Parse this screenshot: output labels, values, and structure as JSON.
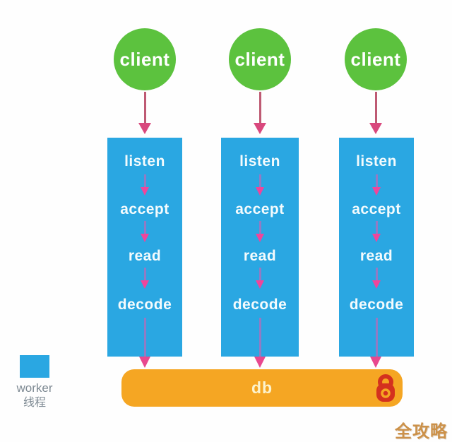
{
  "diagram": {
    "columns": [
      {
        "client": "client",
        "steps": [
          "listen",
          "accept",
          "read",
          "decode"
        ]
      },
      {
        "client": "client",
        "steps": [
          "listen",
          "accept",
          "read",
          "decode"
        ]
      },
      {
        "client": "client",
        "steps": [
          "listen",
          "accept",
          "read",
          "decode"
        ]
      }
    ],
    "database": {
      "label": "db",
      "icon": "lock-icon"
    },
    "legend": {
      "label_en": "worker",
      "label_zh": "线程"
    },
    "watermark": "全攻略",
    "colors": {
      "client_green": "#5cc23e",
      "worker_blue": "#2aa7e2",
      "db_orange": "#f5a623",
      "arrow_rose": "#be5a73",
      "arrow_pink": "#f0459b",
      "lock_red": "#d4311e",
      "legend_text": "#7e8a93",
      "watermark_orange": "#cc9149"
    }
  }
}
